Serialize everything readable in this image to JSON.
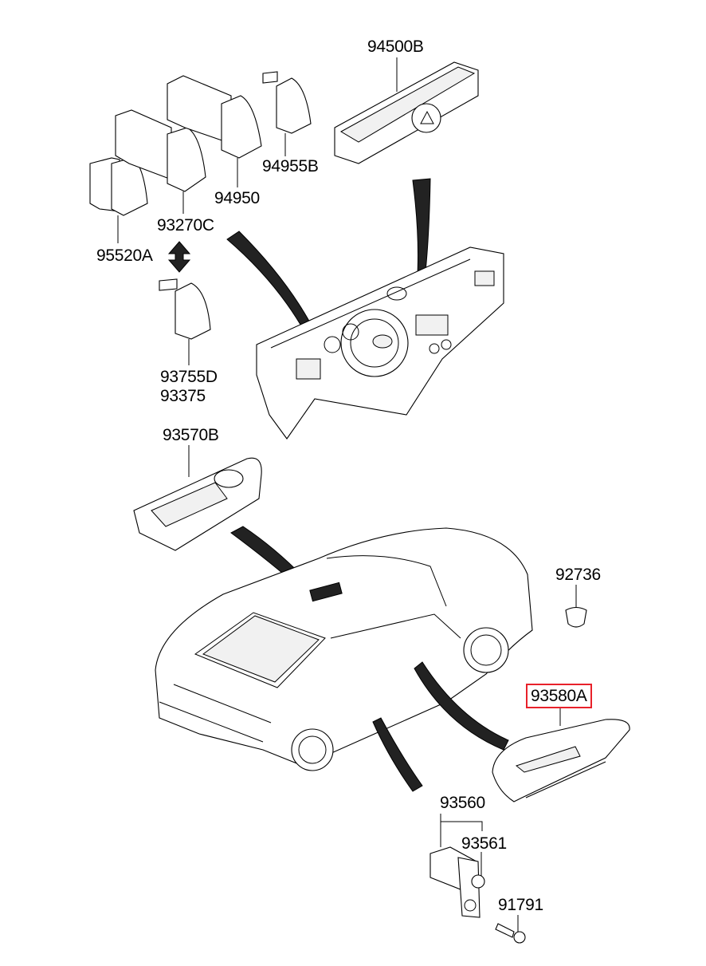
{
  "diagram": {
    "title": "Switch parts diagram",
    "highlight_color": "#e8212a",
    "labels": [
      {
        "id": "p94500B",
        "text": "94500B",
        "highlighted": false
      },
      {
        "id": "p94955B",
        "text": "94955B",
        "highlighted": false
      },
      {
        "id": "p94950",
        "text": "94950",
        "highlighted": false
      },
      {
        "id": "p93270C",
        "text": "93270C",
        "highlighted": false
      },
      {
        "id": "p95520A",
        "text": "95520A",
        "highlighted": false
      },
      {
        "id": "p93755D",
        "text": "93755D",
        "highlighted": false
      },
      {
        "id": "p93375",
        "text": "93375",
        "highlighted": false
      },
      {
        "id": "p93570B",
        "text": "93570B",
        "highlighted": false
      },
      {
        "id": "p92736",
        "text": "92736",
        "highlighted": false
      },
      {
        "id": "p93580A",
        "text": "93580A",
        "highlighted": true
      },
      {
        "id": "p93560",
        "text": "93560",
        "highlighted": false
      },
      {
        "id": "p93561",
        "text": "93561",
        "highlighted": false
      },
      {
        "id": "p91791",
        "text": "91791",
        "highlighted": false
      }
    ]
  }
}
